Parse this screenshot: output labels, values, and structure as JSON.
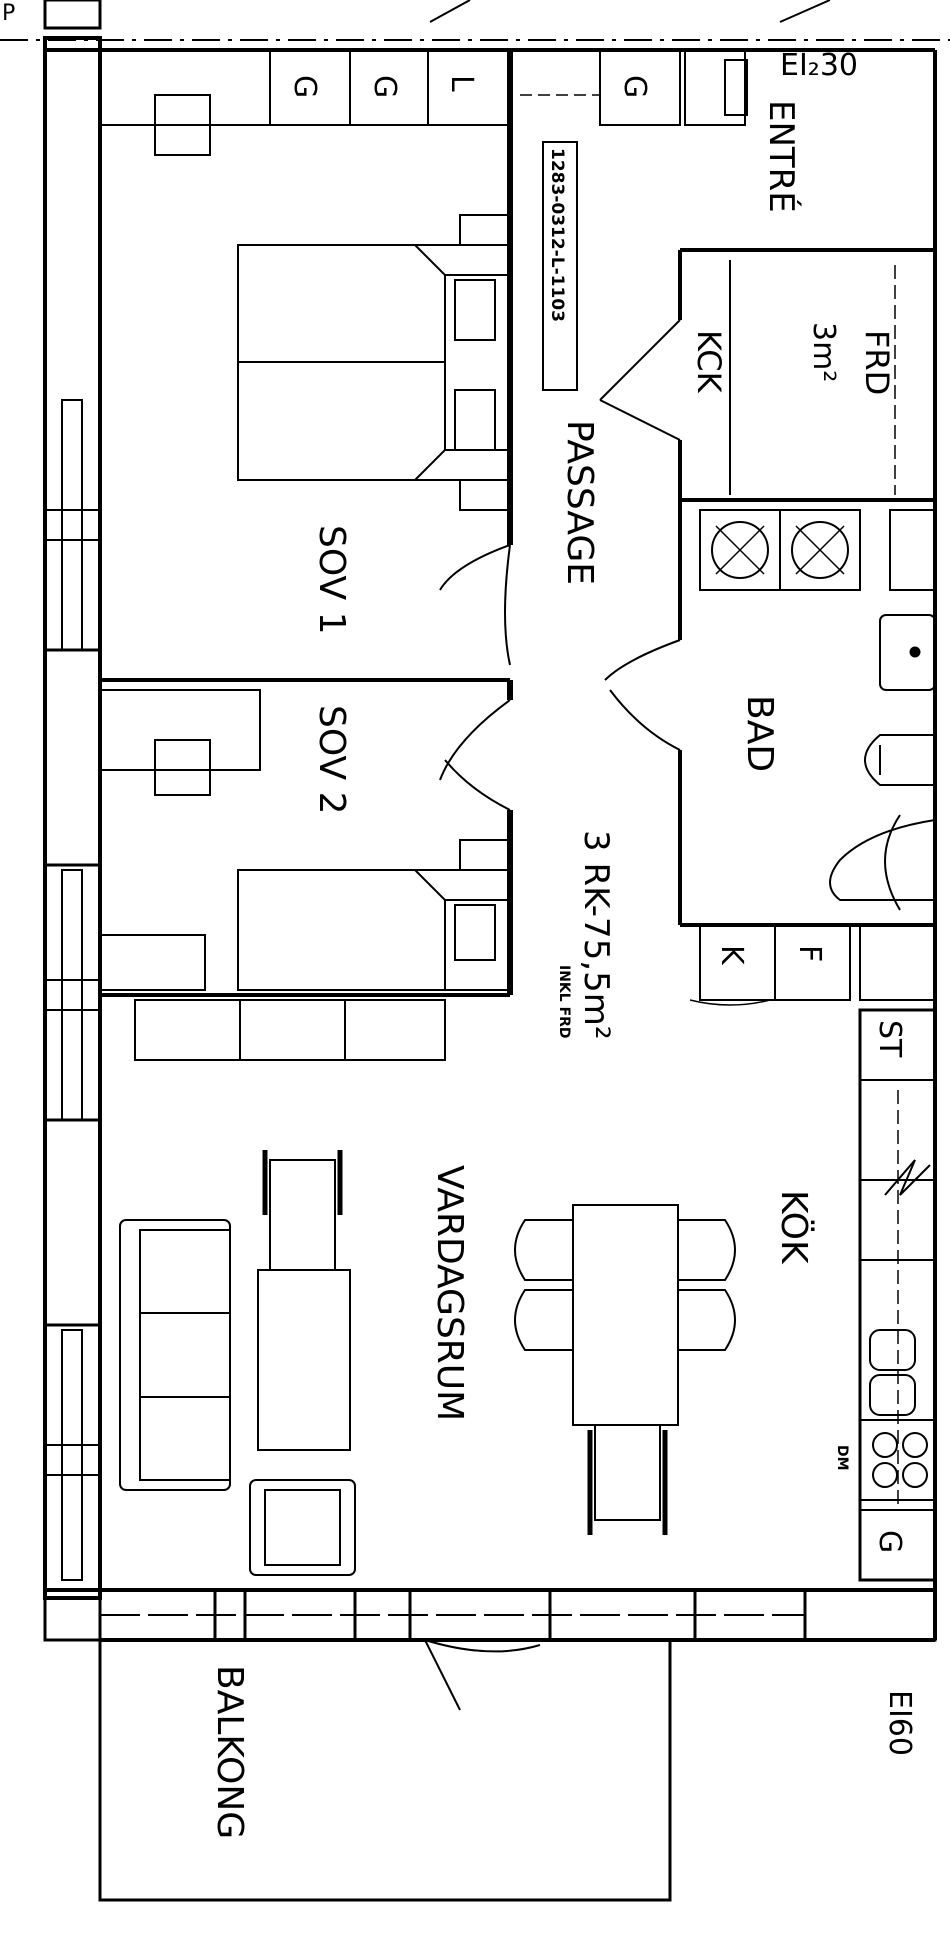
{
  "plan": {
    "code_label": "1283-0312-L-1103",
    "fire_class_top": "EI₂30",
    "fire_class_bottom": "EI60",
    "apartment_summary": "3 RK-75,5m²",
    "apartment_note": "INKL FRD",
    "rooms": {
      "entre": "ENTRÉ",
      "passage": "PASSAGE",
      "frd": "FRD",
      "frd_area": "3m²",
      "kck": "KCK",
      "sov1": "SOV 1",
      "sov2": "SOV 2",
      "bad": "BAD",
      "vardagsrum": "VARDAGSRUM",
      "kok": "KÖK",
      "balkong": "BALKONG"
    },
    "cabinet_codes": {
      "g1": "G",
      "g2": "G",
      "l": "L",
      "g3": "G",
      "k": "K",
      "f": "F",
      "st": "ST",
      "g4": "G",
      "dm": "DM"
    },
    "top_edge_mark": "P"
  }
}
